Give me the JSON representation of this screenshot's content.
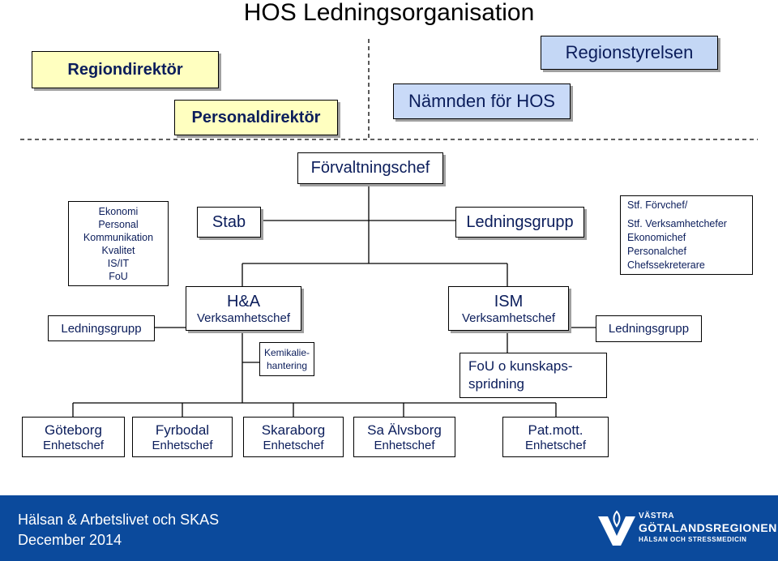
{
  "title": "HOS Ledningsorganisation",
  "boxes": {
    "regiondirektor": "Regiondirektör",
    "personaldirektor": "Personaldirektör",
    "namnden": "Nämnden för HOS",
    "regionstyrelsen": "Regionstyrelsen",
    "forvaltningschef": "Förvaltningschef",
    "stab": "Stab",
    "ledningsgrupp_top": "Ledningsgrupp",
    "stab_functions": [
      "Ekonomi",
      "Personal",
      "Kommunikation",
      "Kvalitet",
      "IS/IT",
      "FoU"
    ],
    "deputy": [
      "Stf. Förvchef/",
      "Stf. Verksamhetchefer",
      "Ekonomichef",
      "Personalchef",
      "Chefssekreterare"
    ],
    "ledningsgrupp_left": "Ledningsgrupp",
    "ledningsgrupp_right": "Ledningsgrupp",
    "ha_title": "H&A",
    "ha_sub": "Verksamhetschef",
    "ism_title": "ISM",
    "ism_sub": "Verksamhetschef",
    "kemikalie": [
      "Kemikalie-",
      "hantering"
    ],
    "fou": [
      "FoU o kunskaps-",
      "spridning"
    ]
  },
  "units": [
    {
      "name": "Göteborg",
      "role": "Enhetschef"
    },
    {
      "name": "Fyrbodal",
      "role": "Enhetschef"
    },
    {
      "name": "Skaraborg",
      "role": "Enhetschef"
    },
    {
      "name": "Sa Älvsborg",
      "role": "Enhetschef"
    },
    {
      "name": "Pat.mott.",
      "role": "Enhetschef"
    }
  ],
  "footer": {
    "org": "Hälsan & Arbetslivet och SKAS",
    "date": "December 2014",
    "logo": [
      "VÄSTRA",
      "GÖTALANDSREGIONEN",
      "HÄLSAN OCH STRESSMEDICIN"
    ]
  },
  "colors": {
    "unit_text": "#001a66",
    "yellow_box": "#ffffc0",
    "blue_box": "#c9daf8",
    "footer_bg": "#0b4a9c"
  }
}
